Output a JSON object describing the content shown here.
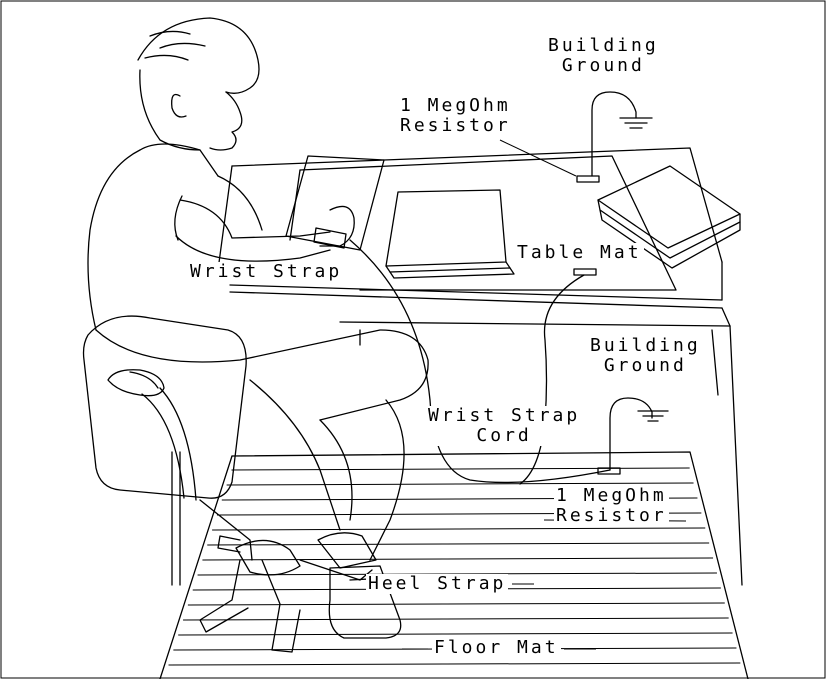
{
  "labels": {
    "building_ground_top": [
      "Building",
      "Ground"
    ],
    "resistor_top": [
      "1 MegOhm",
      "Resistor"
    ],
    "table_mat": "Table Mat",
    "wrist_strap": "Wrist Strap",
    "building_ground_mid": [
      "Building",
      "Ground"
    ],
    "wrist_strap_cord": [
      "Wrist Strap",
      "Cord"
    ],
    "resistor_bottom": [
      "1 MegOhm",
      "Resistor"
    ],
    "heel_strap": "Heel Strap",
    "floor_mat": "Floor Mat"
  }
}
